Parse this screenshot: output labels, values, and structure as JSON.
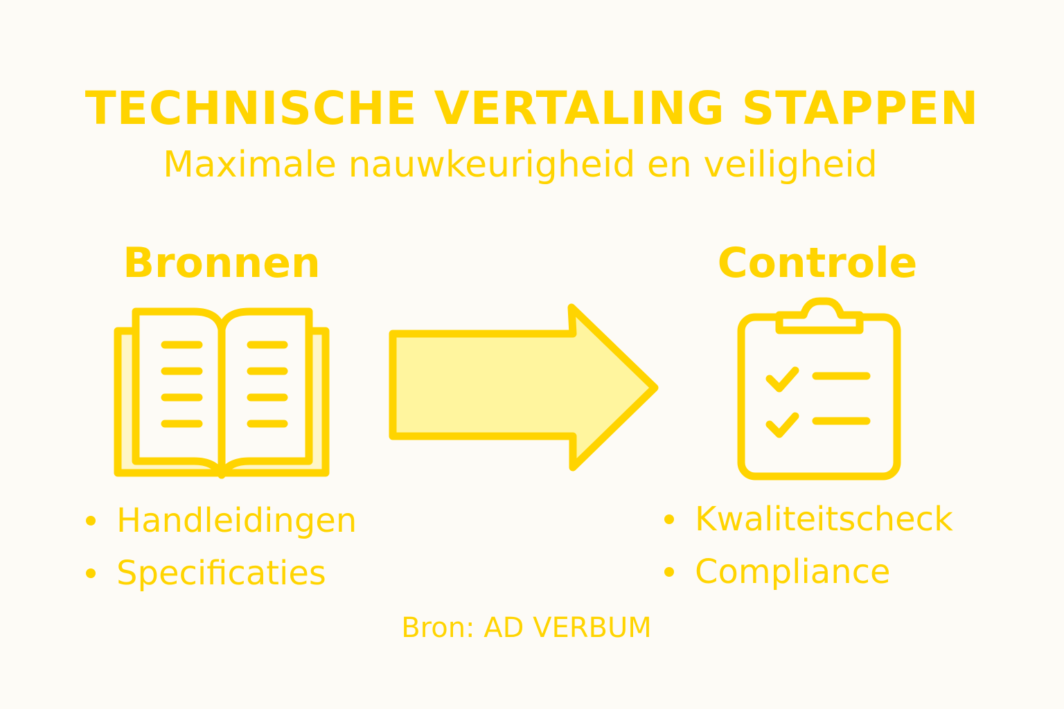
{
  "title": "TECHNISCHE VERTALING STAPPEN",
  "subtitle": "Maximale nauwkeurigheid en veiligheid",
  "colors": {
    "accent": "#ffd400",
    "fill_light": "#fff59e",
    "book_fill": "#fff6c6",
    "background": "#fdfbf6"
  },
  "steps": [
    {
      "heading": "Bronnen",
      "icon": "open-book-icon",
      "items": [
        "Handleidingen",
        "Specificaties"
      ]
    },
    {
      "heading": "Controle",
      "icon": "clipboard-checklist-icon",
      "items": [
        "Kwaliteitscheck",
        "Compliance"
      ]
    }
  ],
  "connector": "arrow-right-icon",
  "source": "Bron: AD VERBUM"
}
